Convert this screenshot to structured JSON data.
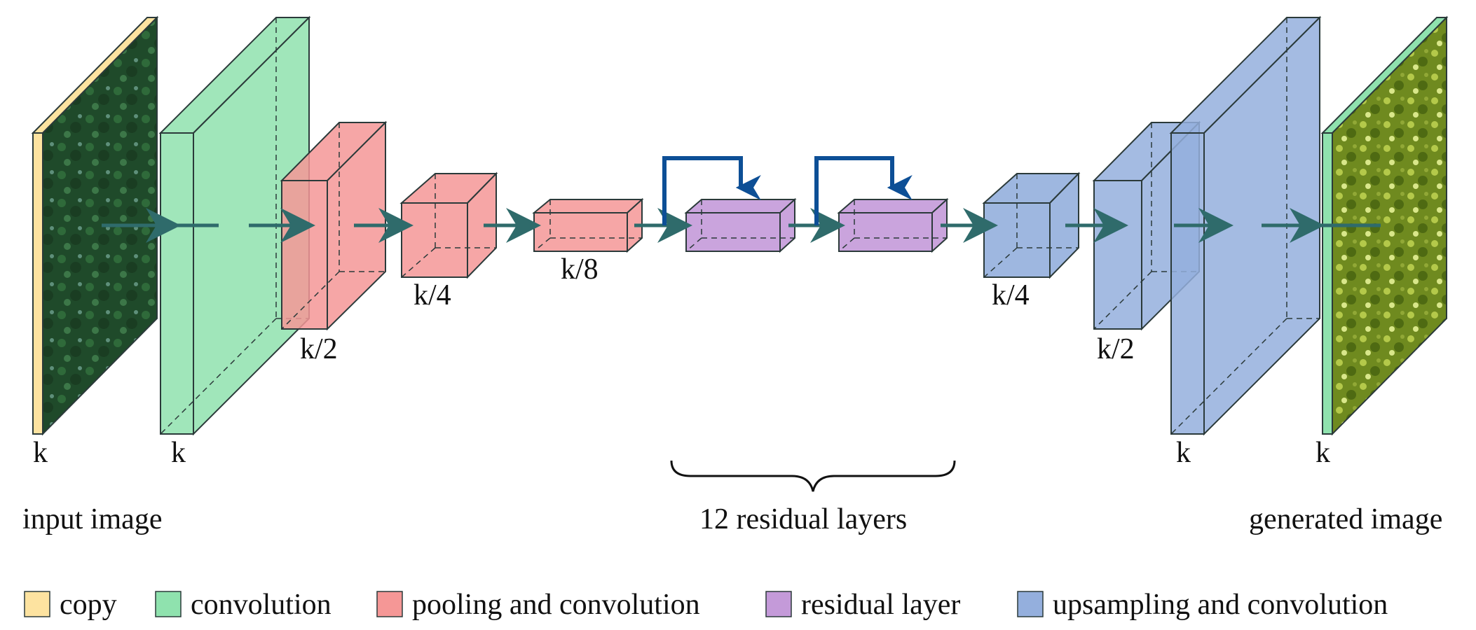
{
  "colors": {
    "copy": "#fde3a0",
    "convolution": "#8fe2ae",
    "pooling": "#f59796",
    "residual": "#c49ad9",
    "upsampling": "#94afdd",
    "arrow": "#2f6b6b",
    "skip_arrow": "#0d4f96",
    "edge": "#2b3a3a",
    "image_input": "#2f5a2f",
    "image_generated": "#8fa33a"
  },
  "icons": {
    "flow_arrow": "teal-arrowhead-icon",
    "skip_arrow": "blue-bent-arrow-icon",
    "brace": "curly-brace-icon"
  },
  "dims": {
    "input_copy": "k",
    "conv1": "k",
    "pool1": "k/2",
    "pool2": "k/4",
    "pool3": "k/8",
    "up1": "k/4",
    "up2": "k/2",
    "up3": "k",
    "output": "k"
  },
  "captions": {
    "input": "input image",
    "residual_group": "12 residual layers",
    "output": "generated image"
  },
  "legend": [
    {
      "key": "copy",
      "label": "copy"
    },
    {
      "key": "convolution",
      "label": "convolution"
    },
    {
      "key": "pooling",
      "label": "pooling and convolution"
    },
    {
      "key": "residual",
      "label": "residual layer"
    },
    {
      "key": "upsampling",
      "label": "upsampling and convolution"
    }
  ]
}
